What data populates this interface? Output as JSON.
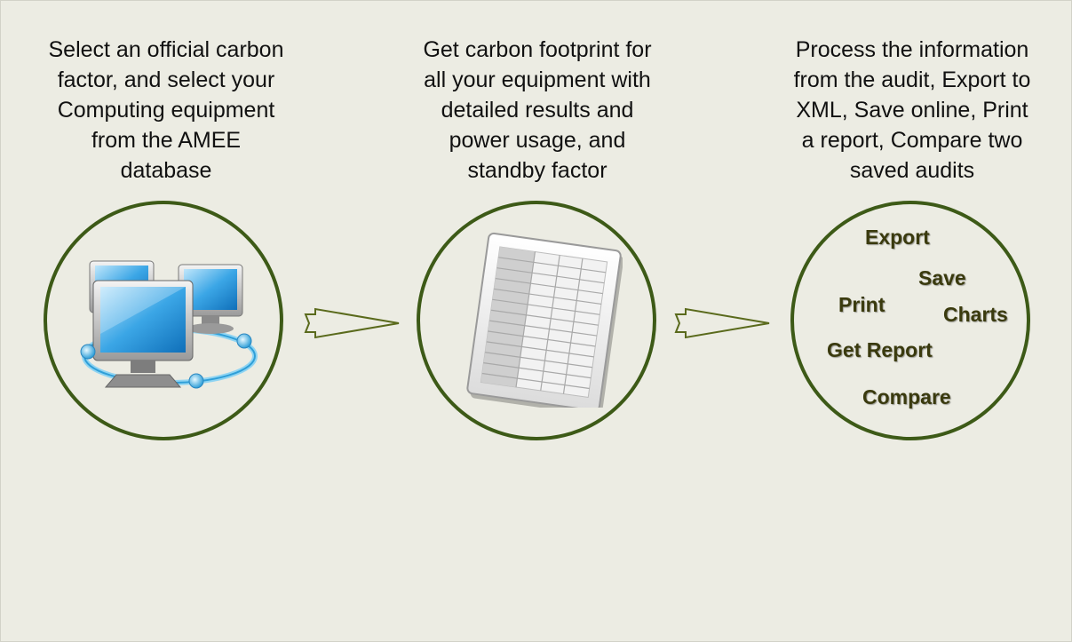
{
  "steps": [
    {
      "description": "Select an official carbon\nfactor, and select your\nComputing equipment\nfrom the AMEE\ndatabase",
      "icon": "networked-computers-icon"
    },
    {
      "description": "Get carbon footprint for\nall your equipment with\ndetailed results and\npower usage, and\nstandby factor",
      "icon": "spreadsheet-icon"
    },
    {
      "description": "Process the information\nfrom the audit, Export to\nXML, Save online, Print\na report, Compare two\nsaved audits",
      "actions": {
        "export": "Export",
        "save": "Save",
        "print": "Print",
        "charts": "Charts",
        "get_report": "Get Report",
        "compare": "Compare"
      }
    }
  ],
  "colors": {
    "background": "#ecece3",
    "circle_border": "#3d5a17",
    "arrow_stroke": "#5a6a1c",
    "action_text": "#3a3a0e"
  }
}
